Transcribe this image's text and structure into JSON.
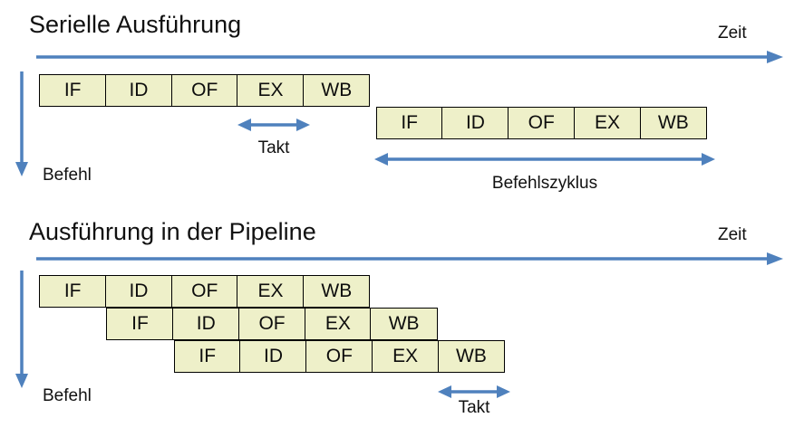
{
  "colors": {
    "accent_blue": "#4f81bd",
    "box_fill": "#eef0c9",
    "box_border": "#000000"
  },
  "serial_section": {
    "title": "Serielle Ausführung",
    "time_axis_label": "Zeit",
    "instruction_axis_label": "Befehl",
    "clock_label": "Takt",
    "cycle_label": "Befehlszyklus",
    "rows": [
      {
        "stages": [
          "IF",
          "ID",
          "OF",
          "EX",
          "WB"
        ]
      },
      {
        "stages": [
          "IF",
          "ID",
          "OF",
          "EX",
          "WB"
        ]
      }
    ]
  },
  "pipeline_section": {
    "title": "Ausführung in der Pipeline",
    "time_axis_label": "Zeit",
    "instruction_axis_label": "Befehl",
    "clock_label": "Takt",
    "rows": [
      {
        "stages": [
          "IF",
          "ID",
          "OF",
          "EX",
          "WB"
        ]
      },
      {
        "stages": [
          "IF",
          "ID",
          "OF",
          "EX",
          "WB"
        ]
      },
      {
        "stages": [
          "IF",
          "ID",
          "OF",
          "EX",
          "WB"
        ]
      }
    ]
  }
}
